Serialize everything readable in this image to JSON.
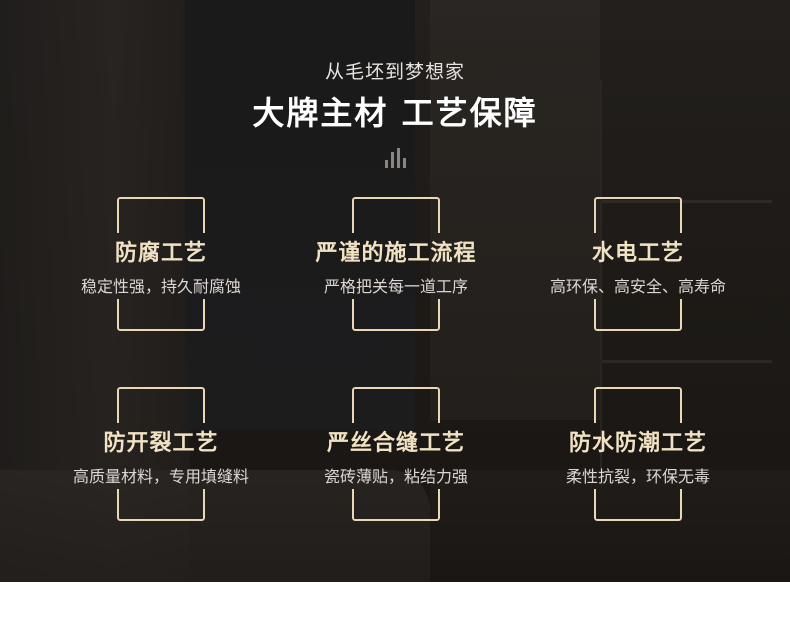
{
  "header": {
    "subtitle": "从毛坯到梦想家",
    "title": "大牌主材 工艺保障"
  },
  "cards": [
    {
      "title": "防腐工艺",
      "desc": "稳定性强，持久耐腐蚀"
    },
    {
      "title": "严谨的施工流程",
      "desc": "严格把关每一道工序"
    },
    {
      "title": "水电工艺",
      "desc": "高环保、高安全、高寿命"
    },
    {
      "title": "防开裂工艺",
      "desc": "高质量材料，专用填缝料"
    },
    {
      "title": "严丝合缝工艺",
      "desc": "瓷砖薄贴，粘结力强"
    },
    {
      "title": "防水防潮工艺",
      "desc": "柔性抗裂，环保无毒"
    }
  ],
  "colors": {
    "accent_gold": "#e9d7b6",
    "title_white": "#ffffff",
    "card_title": "#f1e2c4"
  }
}
